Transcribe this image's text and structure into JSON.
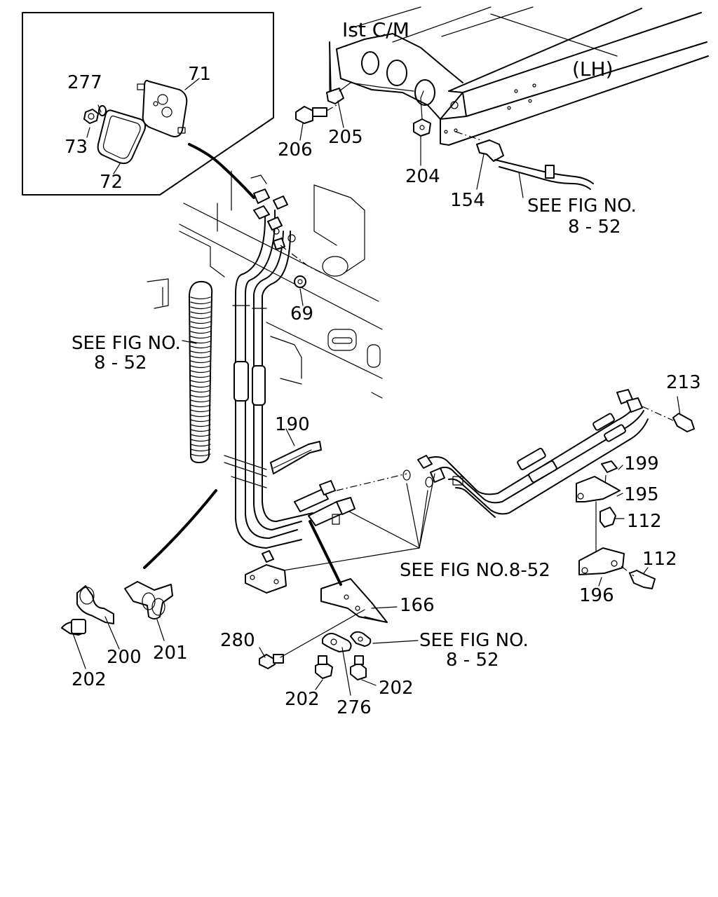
{
  "header": {
    "station": "Ist C/M",
    "side": "(LH)"
  },
  "see_fig_text": "SEE FIG NO.",
  "see_fig_ref": "8-52",
  "see_fig_ref_spaced": "8 - 52",
  "see_fig_inline": "SEE FIG NO.8-52",
  "parts": {
    "p71": "71",
    "p72": "72",
    "p73": "73",
    "p277": "277",
    "p206": "206",
    "p205": "205",
    "p204": "204",
    "p154": "154",
    "p69": "69",
    "p190": "190",
    "p213": "213",
    "p199": "199",
    "p195": "195",
    "p112a": "112",
    "p112b": "112",
    "p196": "196",
    "p166": "166",
    "p280": "280",
    "p202a": "202",
    "p202b": "202",
    "p202c": "202",
    "p276": "276",
    "p200": "200",
    "p201": "201"
  }
}
